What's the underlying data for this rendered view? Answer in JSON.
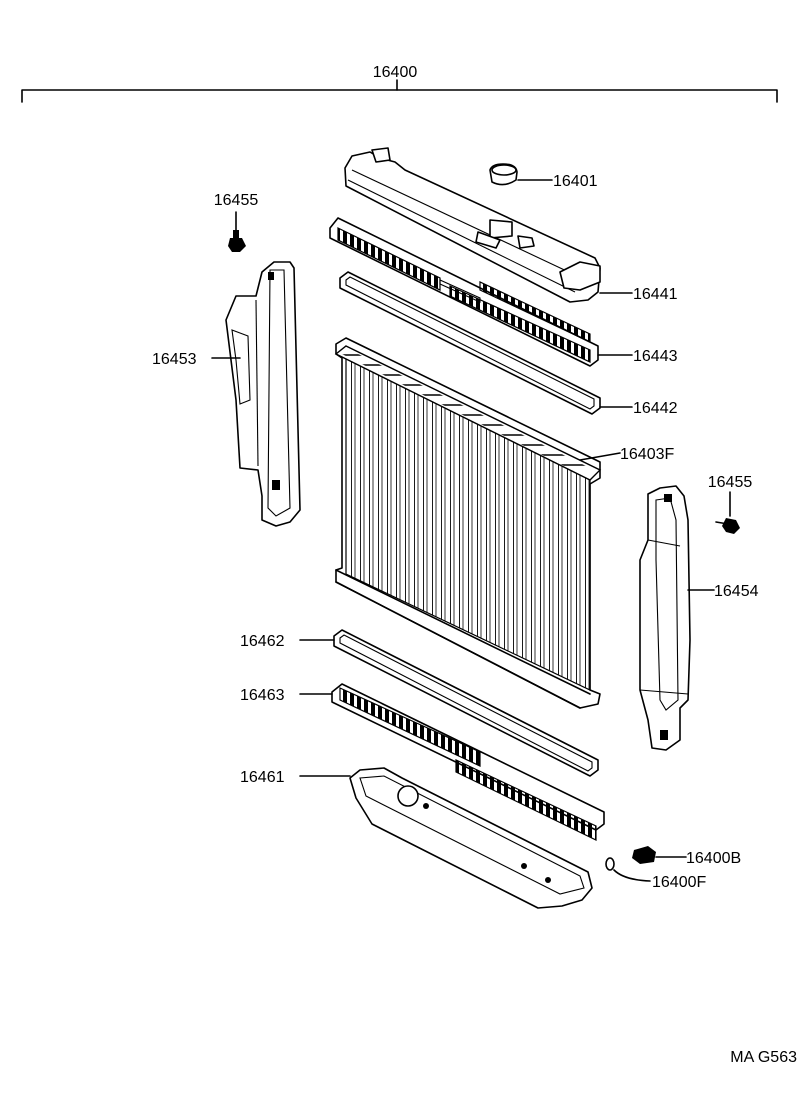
{
  "diagram": {
    "assembly_label": "16400",
    "footer_code": "MA G563",
    "parts": [
      {
        "id": "cap",
        "number": "16401"
      },
      {
        "id": "upper-tank",
        "number": "16441"
      },
      {
        "id": "upper-bracket",
        "number": "16443"
      },
      {
        "id": "upper-gasket",
        "number": "16442"
      },
      {
        "id": "core",
        "number": "16403F"
      },
      {
        "id": "bolt-left",
        "number": "16455"
      },
      {
        "id": "bolt-right",
        "number": "16455"
      },
      {
        "id": "left-support",
        "number": "16453"
      },
      {
        "id": "right-support",
        "number": "16454"
      },
      {
        "id": "lower-gasket",
        "number": "16462"
      },
      {
        "id": "lower-bracket",
        "number": "16463"
      },
      {
        "id": "lower-tank",
        "number": "16461"
      },
      {
        "id": "drain-cock",
        "number": "16400B"
      },
      {
        "id": "o-ring",
        "number": "16400F"
      }
    ]
  }
}
